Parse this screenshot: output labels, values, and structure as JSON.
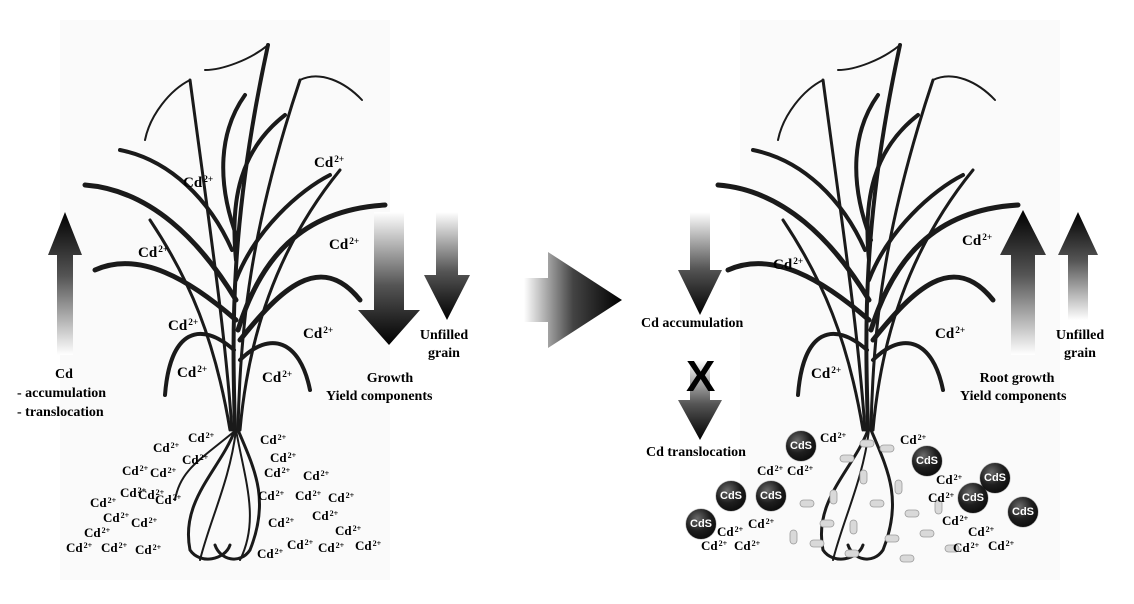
{
  "left_panel": {
    "cd_label": "Cd",
    "cd_accumulation": "- accumulation",
    "cd_translocation": "- translocation",
    "growth": "Growth",
    "yield_components": "Yield  components",
    "unfilled_1": "Unfilled",
    "unfilled_2": "grain"
  },
  "right_panel": {
    "cd_accumulation": "Cd accumulation",
    "x_mark": "X",
    "cd_translocation": "Cd translocation",
    "root_growth": "Root growth",
    "yield_components": "Yield  components",
    "unfilled_1": "Unfilled",
    "unfilled_2": "grain"
  },
  "ion": {
    "base": "Cd",
    "charge": "2+"
  },
  "cds_label": "CdS",
  "colors": {
    "arrow_dark": "#000000",
    "arrow_light": "#ffffff",
    "plant": "#1a1a1a",
    "cds": "#111111"
  }
}
